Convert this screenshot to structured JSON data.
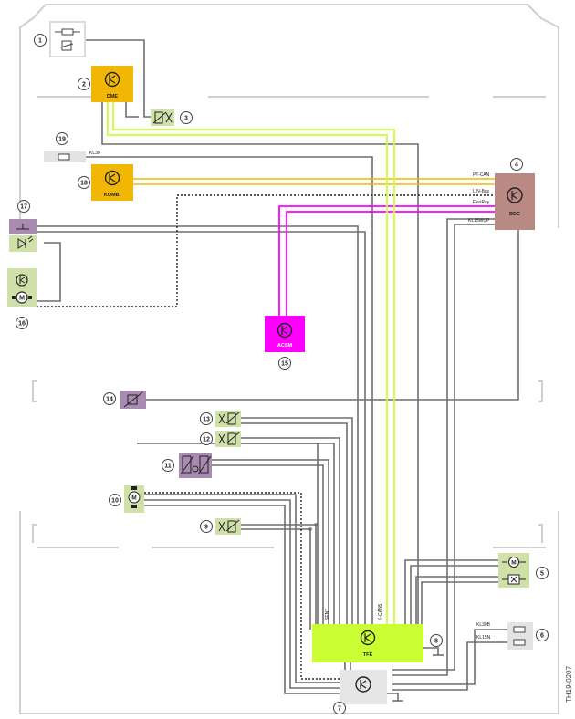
{
  "diagram_id": "TH19-0207",
  "modules": {
    "dme": "DME",
    "kombi": "KOMBI",
    "bdc": "BDC",
    "acsm": "ACSM",
    "tfe": "TFE"
  },
  "signals": {
    "kl30_left": "KL30",
    "pt_can": "PT-CAN",
    "lin_bus": "LIN-Bus",
    "flexray": "FlexRay",
    "kl15wup": "KL15WUP",
    "sent": "SENT",
    "k_can5": "K-CAN5",
    "kl30b": "KL30B",
    "kl15n": "KL15N"
  },
  "callouts": [
    "1",
    "2",
    "3",
    "4",
    "5",
    "6",
    "7",
    "8",
    "9",
    "10",
    "11",
    "12",
    "13",
    "14",
    "15",
    "16",
    "17",
    "18",
    "19"
  ],
  "colors": {
    "dme": "#f2b705",
    "kombi": "#f2b705",
    "bdc": "#b98a84",
    "acsm": "#ff00ff",
    "tfe": "#ccff33",
    "sensor_green": "#cfe0a8",
    "sensor_purple": "#a98ab0",
    "grey_box": "#e3e3e3",
    "wire": "#6f6f6f",
    "pt_can": "#f2b705",
    "flexray": "#ff00ff",
    "k_can5": "#ccff33"
  }
}
